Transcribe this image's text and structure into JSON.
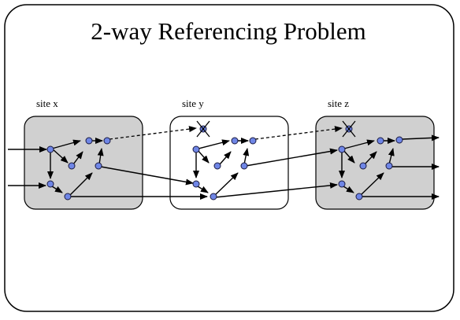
{
  "title": "2-way Referencing Problem",
  "sites": [
    {
      "id": "x",
      "label": "site x",
      "fill": "#d0d0d0"
    },
    {
      "id": "y",
      "label": "site y",
      "fill": "#ffffff"
    },
    {
      "id": "z",
      "label": "site z",
      "fill": "#d0d0d0"
    }
  ],
  "colors": {
    "node": "#6f86e6",
    "node_stroke": "#1a1a40",
    "arrow": "#000000",
    "frame": "#000000"
  },
  "notes": {
    "dashed_links": "remote references whose target object was deleted (marked with X)",
    "node_icon": "blue-dot-node"
  }
}
